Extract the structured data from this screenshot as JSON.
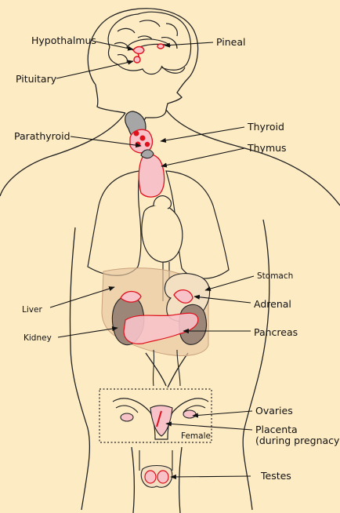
{
  "labels": {
    "hypothalmus": "Hypothalmus",
    "pineal": "Pineal",
    "pituitary": "Pituitary",
    "thyroid": "Thyroid",
    "parathyroid": "Parathyroid",
    "thymus": "Thymus",
    "stomach": "Stomach",
    "liver": "Liver",
    "adrenal": "Adrenal",
    "kidney": "Kidney",
    "pancreas": "Pancreas",
    "ovaries": "Ovaries",
    "female": "Female",
    "placenta": "Placenta\n(during pregnacy)",
    "testes": "Testes"
  },
  "colors": {
    "background": "#fdebc4",
    "outline": "#222222",
    "gland_fill": "#f7c3c9",
    "gland_stroke": "#e0101c",
    "gland_spot": "#e0101c",
    "liver_fill": "#e7c6a2",
    "kidney_fill": "#9c8678",
    "thyroid_grey": "#a6a6a6"
  }
}
